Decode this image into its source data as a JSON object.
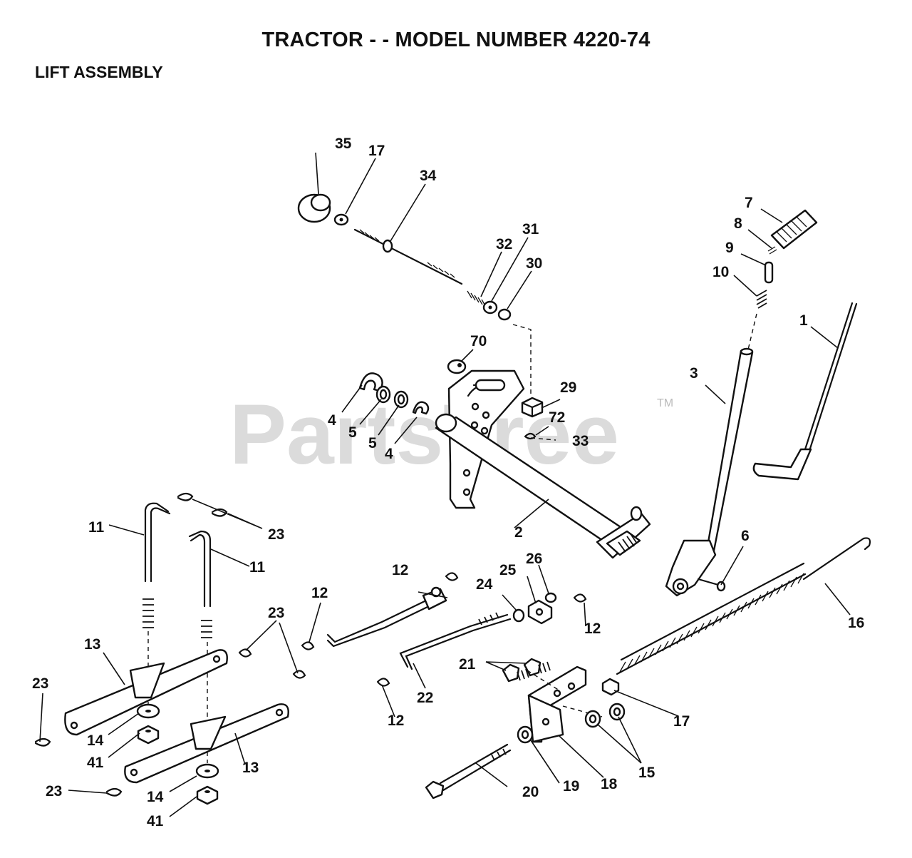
{
  "title": "TRACTOR - - MODEL NUMBER 4220-74",
  "section": "LIFT ASSEMBLY",
  "watermark": {
    "text": "PartsTree",
    "trademark": "TM"
  },
  "callouts": [
    "35",
    "17",
    "34",
    "32",
    "31",
    "30",
    "7",
    "8",
    "9",
    "10",
    "1",
    "70",
    "3",
    "29",
    "4",
    "5",
    "5",
    "4",
    "72",
    "33",
    "2",
    "6",
    "11",
    "23",
    "11",
    "12",
    "23",
    "12",
    "26",
    "25",
    "24",
    "12",
    "16",
    "13",
    "21",
    "23",
    "22",
    "12",
    "17",
    "14",
    "41",
    "13",
    "15",
    "20",
    "19",
    "18",
    "23",
    "14",
    "41"
  ]
}
